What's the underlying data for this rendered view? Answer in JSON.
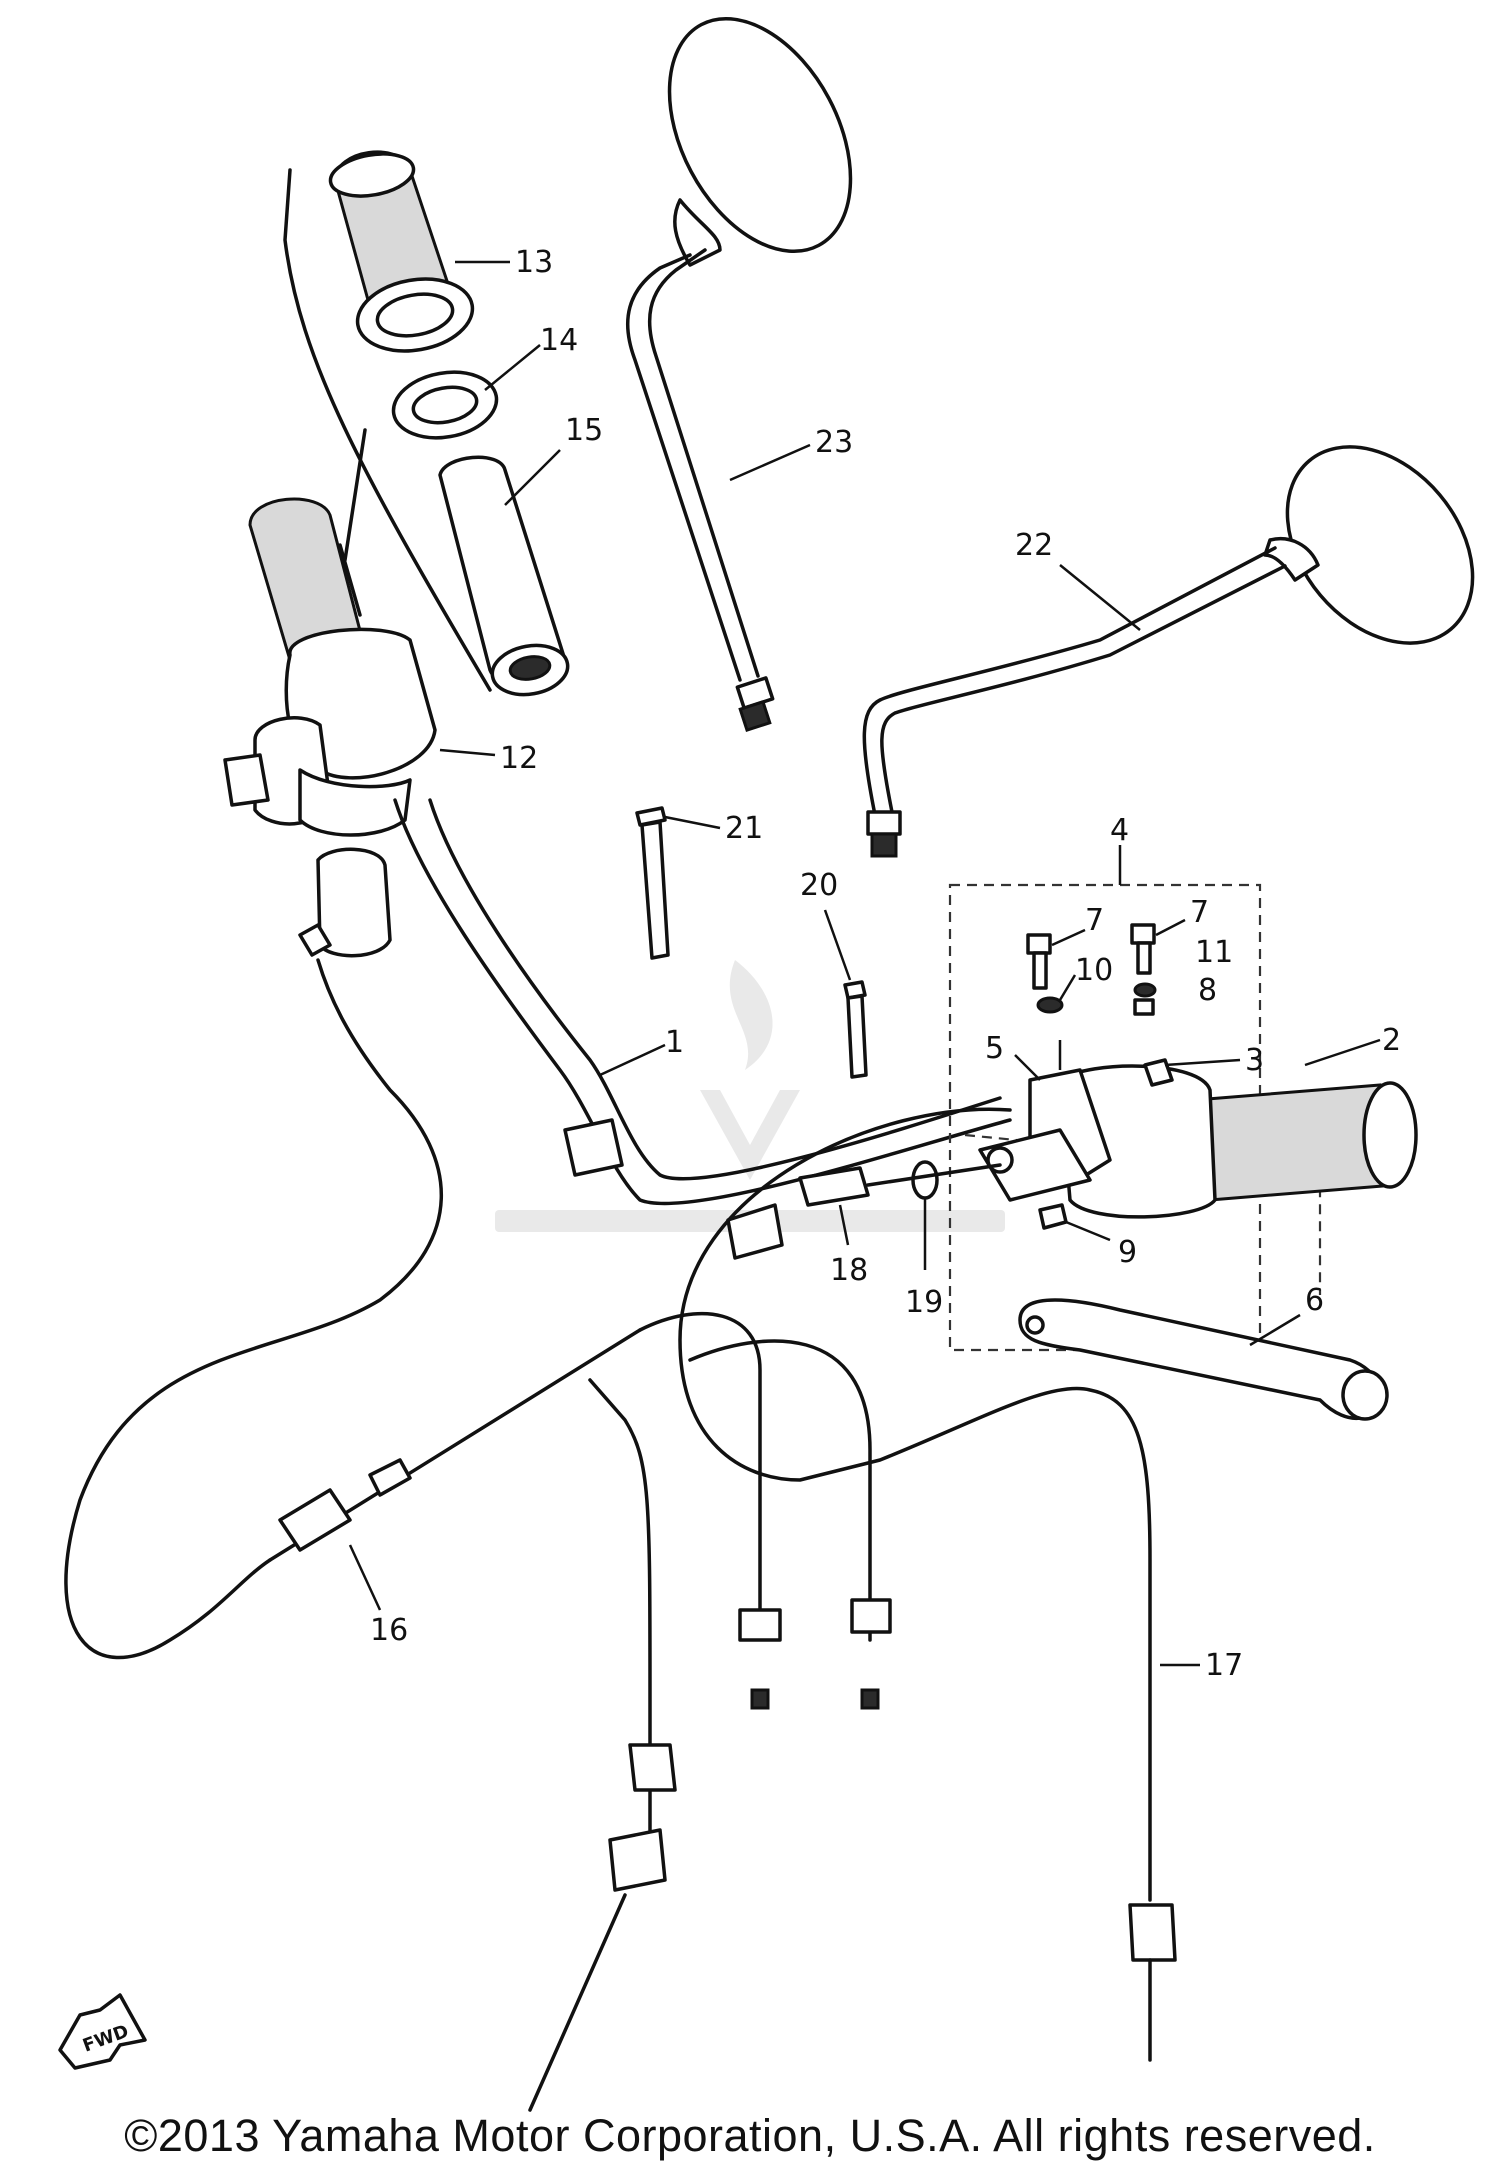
{
  "callouts": [
    {
      "id": "1",
      "text": "1"
    },
    {
      "id": "2",
      "text": "2"
    },
    {
      "id": "3",
      "text": "3"
    },
    {
      "id": "4",
      "text": "4"
    },
    {
      "id": "5",
      "text": "5"
    },
    {
      "id": "6",
      "text": "6"
    },
    {
      "id": "7a",
      "text": "7"
    },
    {
      "id": "7b",
      "text": "7"
    },
    {
      "id": "8",
      "text": "8"
    },
    {
      "id": "9",
      "text": "9"
    },
    {
      "id": "10",
      "text": "10"
    },
    {
      "id": "11",
      "text": "11"
    },
    {
      "id": "12",
      "text": "12"
    },
    {
      "id": "13",
      "text": "13"
    },
    {
      "id": "14",
      "text": "14"
    },
    {
      "id": "15",
      "text": "15"
    },
    {
      "id": "16",
      "text": "16"
    },
    {
      "id": "17",
      "text": "17"
    },
    {
      "id": "18",
      "text": "18"
    },
    {
      "id": "19",
      "text": "19"
    },
    {
      "id": "20",
      "text": "20"
    },
    {
      "id": "21",
      "text": "21"
    },
    {
      "id": "22",
      "text": "22"
    },
    {
      "id": "23",
      "text": "23"
    }
  ],
  "fwd_label": "FWD",
  "copyright": "©2013 Yamaha Motor Corporation, U.S.A. All rights reserved.",
  "colors": {
    "ink": "#111111",
    "background": "#ffffff",
    "watermark": "#e9e9e9"
  }
}
